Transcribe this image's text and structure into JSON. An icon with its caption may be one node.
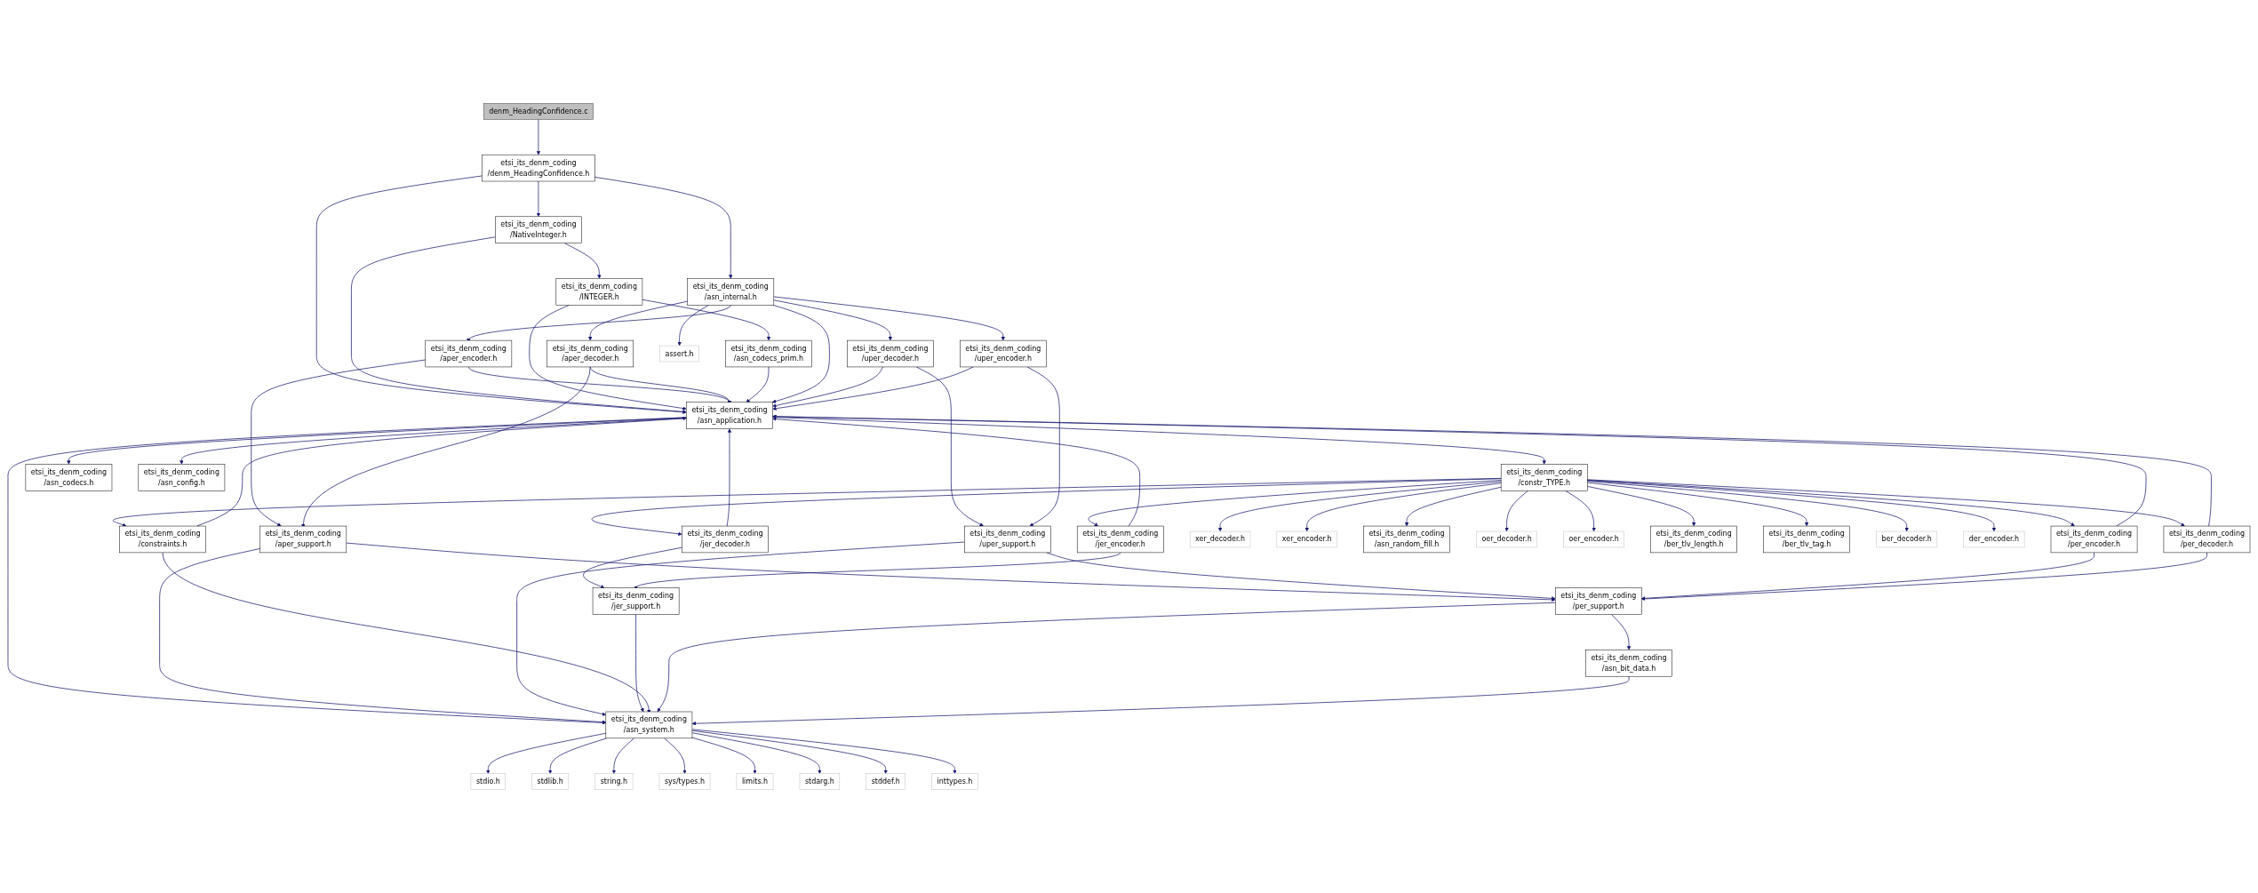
{
  "diagram": {
    "nodes": [
      {
        "text": [
          "denm_HeadingConfidence.c"
        ]
      },
      {
        "text": [
          "etsi_its_denm_coding /denm_HeadingConfidence.h"
        ]
      },
      {
        "text": [
          "etsi_its_denm_coding /NativeInteger.h"
        ]
      },
      {
        "text": [
          "etsi_its_denm_coding /asn_internal.h"
        ]
      },
      {
        "text": [
          "etsi_its_denm_coding /INTEGER.h"
        ]
      },
      {
        "text": [
          "etsi_its_denm_coding /asn_codecs_prim.h"
        ]
      },
      {
        "text": [
          "etsi_its_denm_coding /aper_encoder.h"
        ]
      },
      {
        "text": [
          "etsi_its_denm_coding /aper_decoder.h"
        ]
      },
      {
        "text": [
          "etsi_its_denm_coding /uper_decoder.h"
        ]
      },
      {
        "text": [
          "etsi_its_denm_coding /uper_encoder.h"
        ]
      },
      {
        "text": [
          "assert.h"
        ]
      },
      {
        "text": [
          "etsi_its_denm_coding /asn_application.h"
        ]
      },
      {
        "text": [
          "etsi_its_denm_coding /aper_support.h"
        ]
      },
      {
        "text": [
          "etsi_its_denm_coding /uper_support.h"
        ]
      },
      {
        "text": [
          "etsi_its_denm_coding /constr_TYPE.h"
        ]
      },
      {
        "text": [
          "etsi_its_denm_coding /asn_codecs.h"
        ]
      },
      {
        "text": [
          "etsi_its_denm_coding /asn_config.h"
        ]
      },
      {
        "text": [
          "etsi_its_denm_coding /jer_decoder.h"
        ]
      },
      {
        "text": [
          "etsi_its_denm_coding /jer_encoder.h"
        ]
      },
      {
        "text": [
          "etsi_its_denm_coding /constraints.h"
        ]
      },
      {
        "text": [
          "etsi_its_denm_coding /per_encoder.h"
        ]
      },
      {
        "text": [
          "xer_decoder.h"
        ]
      },
      {
        "text": [
          "xer_encoder.h"
        ]
      },
      {
        "text": [
          "etsi_its_denm_coding /asn_random_fill.h"
        ]
      },
      {
        "text": [
          "oer_decoder.h"
        ]
      },
      {
        "text": [
          "oer_encoder.h"
        ]
      },
      {
        "text": [
          "etsi_its_denm_coding /ber_tlv_length.h"
        ]
      },
      {
        "text": [
          "etsi_its_denm_coding /ber_tlv_tag.h"
        ]
      },
      {
        "text": [
          "ber_decoder.h"
        ]
      },
      {
        "text": [
          "der_encoder.h"
        ]
      },
      {
        "text": [
          "etsi_its_denm_coding /per_decoder.h"
        ]
      },
      {
        "text": [
          "etsi_its_denm_coding /jer_support.h"
        ]
      },
      {
        "text": [
          "etsi_its_denm_coding /per_support.h"
        ]
      },
      {
        "text": [
          "etsi_its_denm_coding /asn_bit_data.h"
        ]
      },
      {
        "text": [
          "etsi_its_denm_coding /asn_system.h"
        ]
      },
      {
        "text": [
          "stdio.h"
        ]
      },
      {
        "text": [
          "stdlib.h"
        ]
      },
      {
        "text": [
          "string.h"
        ]
      },
      {
        "text": [
          "sys/types.h"
        ]
      },
      {
        "text": [
          "limits.h"
        ]
      },
      {
        "text": [
          "stdarg.h"
        ]
      },
      {
        "text": [
          "stddef.h"
        ]
      },
      {
        "text": [
          "inttypes.h"
        ]
      }
    ],
    "edges": [
      {
        "from": 0,
        "to": 1,
        "arrow": "to"
      },
      {
        "from": 1,
        "to": 2,
        "arrow": "to"
      },
      {
        "from": 1,
        "to": 11,
        "arrow": "to"
      },
      {
        "from": 1,
        "to": 3,
        "arrow": "to"
      },
      {
        "from": 2,
        "to": 4,
        "arrow": "to"
      },
      {
        "from": 2,
        "to": 11,
        "arrow": "to"
      },
      {
        "from": 4,
        "to": 5,
        "arrow": "to"
      },
      {
        "from": 4,
        "to": 11,
        "arrow": "to"
      },
      {
        "from": 5,
        "to": 11,
        "arrow": "to"
      },
      {
        "from": 3,
        "to": 11,
        "arrow": "to"
      },
      {
        "from": 3,
        "to": 6,
        "arrow": "to"
      },
      {
        "from": 3,
        "to": 7,
        "arrow": "to"
      },
      {
        "from": 3,
        "to": 8,
        "arrow": "to"
      },
      {
        "from": 3,
        "to": 9,
        "arrow": "to"
      },
      {
        "from": 3,
        "to": 10,
        "arrow": "to"
      },
      {
        "from": 6,
        "to": 11,
        "arrow": "to"
      },
      {
        "from": 6,
        "to": 12,
        "arrow": "to"
      },
      {
        "from": 7,
        "to": 11,
        "arrow": "to"
      },
      {
        "from": 7,
        "to": 12,
        "arrow": "to"
      },
      {
        "from": 8,
        "to": 11,
        "arrow": "to"
      },
      {
        "from": 8,
        "to": 13,
        "arrow": "to"
      },
      {
        "from": 9,
        "to": 11,
        "arrow": "to"
      },
      {
        "from": 9,
        "to": 13,
        "arrow": "to"
      },
      {
        "from": 11,
        "to": 14,
        "arrow": "to"
      },
      {
        "from": 11,
        "to": 15,
        "arrow": "to"
      },
      {
        "from": 11,
        "to": 16,
        "arrow": "to"
      },
      {
        "from": 11,
        "to": 34,
        "arrow": "to"
      },
      {
        "from": 12,
        "to": 32,
        "arrow": "to"
      },
      {
        "from": 12,
        "to": 34,
        "arrow": "to"
      },
      {
        "from": 13,
        "to": 32,
        "arrow": "to"
      },
      {
        "from": 13,
        "to": 34,
        "arrow": "to"
      },
      {
        "from": 14,
        "to": 17,
        "arrow": "to"
      },
      {
        "from": 14,
        "to": 18,
        "arrow": "to"
      },
      {
        "from": 14,
        "to": 19,
        "arrow": "to"
      },
      {
        "from": 14,
        "to": 20,
        "arrow": "to"
      },
      {
        "from": 14,
        "to": 21,
        "arrow": "to"
      },
      {
        "from": 14,
        "to": 22,
        "arrow": "to"
      },
      {
        "from": 14,
        "to": 23,
        "arrow": "to"
      },
      {
        "from": 14,
        "to": 24,
        "arrow": "to"
      },
      {
        "from": 14,
        "to": 25,
        "arrow": "to"
      },
      {
        "from": 14,
        "to": 26,
        "arrow": "to"
      },
      {
        "from": 14,
        "to": 27,
        "arrow": "to"
      },
      {
        "from": 14,
        "to": 28,
        "arrow": "to"
      },
      {
        "from": 14,
        "to": 29,
        "arrow": "to"
      },
      {
        "from": 14,
        "to": 30,
        "arrow": "to"
      },
      {
        "from": 17,
        "to": 11,
        "arrow": "to"
      },
      {
        "from": 17,
        "to": 31,
        "arrow": "to"
      },
      {
        "from": 18,
        "to": 11,
        "arrow": "to"
      },
      {
        "from": 18,
        "to": 31,
        "arrow": "to"
      },
      {
        "from": 19,
        "to": 11,
        "arrow": "to"
      },
      {
        "from": 19,
        "to": 34,
        "arrow": "to"
      },
      {
        "from": 20,
        "to": 11,
        "arrow": "to"
      },
      {
        "from": 20,
        "to": 32,
        "arrow": "to"
      },
      {
        "from": 30,
        "to": 11,
        "arrow": "to"
      },
      {
        "from": 30,
        "to": 32,
        "arrow": "to"
      },
      {
        "from": 31,
        "to": 34,
        "arrow": "to"
      },
      {
        "from": 32,
        "to": 33,
        "arrow": "to"
      },
      {
        "from": 32,
        "to": 34,
        "arrow": "to"
      },
      {
        "from": 33,
        "to": 34,
        "arrow": "to"
      },
      {
        "from": 34,
        "to": 35,
        "arrow": "to"
      },
      {
        "from": 34,
        "to": 36,
        "arrow": "to"
      },
      {
        "from": 34,
        "to": 37,
        "arrow": "to"
      },
      {
        "from": 34,
        "to": 38,
        "arrow": "to"
      },
      {
        "from": 34,
        "to": 39,
        "arrow": "to"
      },
      {
        "from": 34,
        "to": 40,
        "arrow": "to"
      },
      {
        "from": 34,
        "to": 41,
        "arrow": "to"
      },
      {
        "from": 34,
        "to": 42,
        "arrow": "to"
      }
    ]
  }
}
